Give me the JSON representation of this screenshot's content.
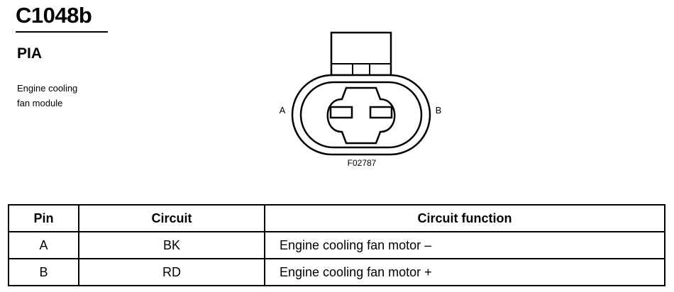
{
  "header": {
    "connector_id": "C1048b",
    "category": "PIA",
    "description_line1": "Engine cooling",
    "description_line2": "fan module"
  },
  "diagram": {
    "pin_left": "A",
    "pin_right": "B",
    "figure_code": "F02787"
  },
  "table": {
    "headers": {
      "pin": "Pin",
      "circuit": "Circuit",
      "function": "Circuit function"
    },
    "rows": [
      {
        "pin": "A",
        "circuit": "BK",
        "function": "Engine cooling fan motor –"
      },
      {
        "pin": "B",
        "circuit": "RD",
        "function": "Engine cooling fan motor +"
      }
    ]
  }
}
